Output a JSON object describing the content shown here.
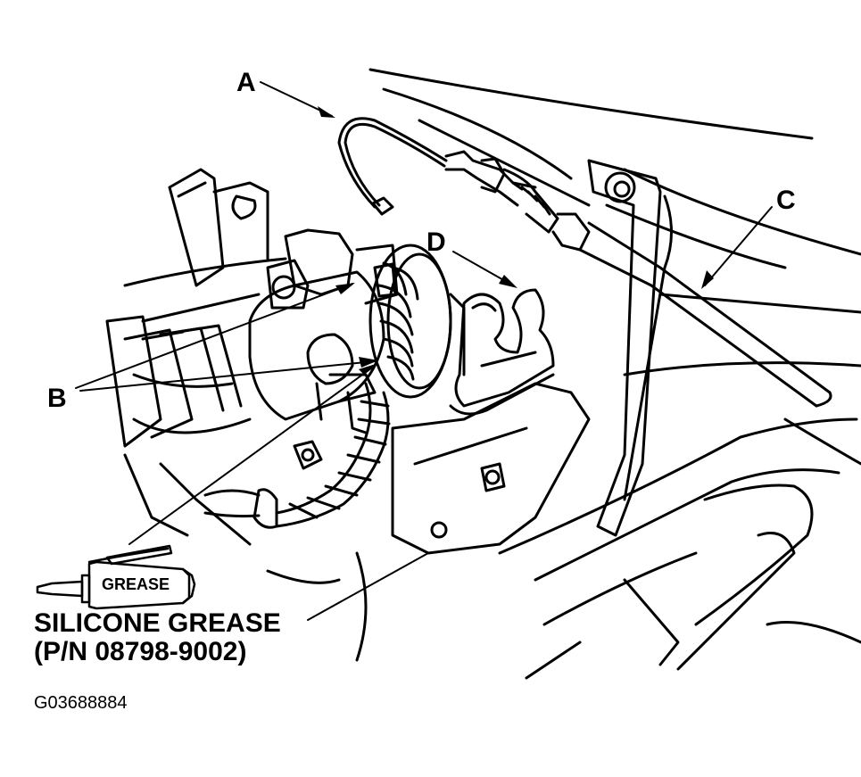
{
  "callouts": {
    "a": "A",
    "b": "B",
    "c": "C",
    "d": "D"
  },
  "grease_tube": {
    "label": "GREASE",
    "icon": "grease-tube-icon"
  },
  "caption": {
    "line1": "SILICONE GREASE",
    "line2": "(P/N 08798-9002)"
  },
  "figure_id": "G03688884",
  "colors": {
    "ink": "#000000",
    "paper": "#ffffff"
  }
}
